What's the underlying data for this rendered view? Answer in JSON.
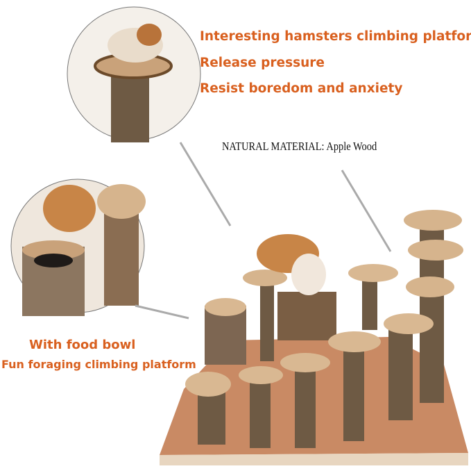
{
  "features": [
    "Interesting hamsters climbing platforms",
    "Release pressure",
    "Resist boredom and anxiety"
  ],
  "material": "NATURAL MATERIAL: Apple Wood",
  "food_bowl": {
    "title": "With food bowl",
    "subtitle": "Fun foraging climbing platform"
  },
  "colors": {
    "accent_text": "#d9601f",
    "wood": "#a57a52",
    "board": "#c98a64"
  }
}
